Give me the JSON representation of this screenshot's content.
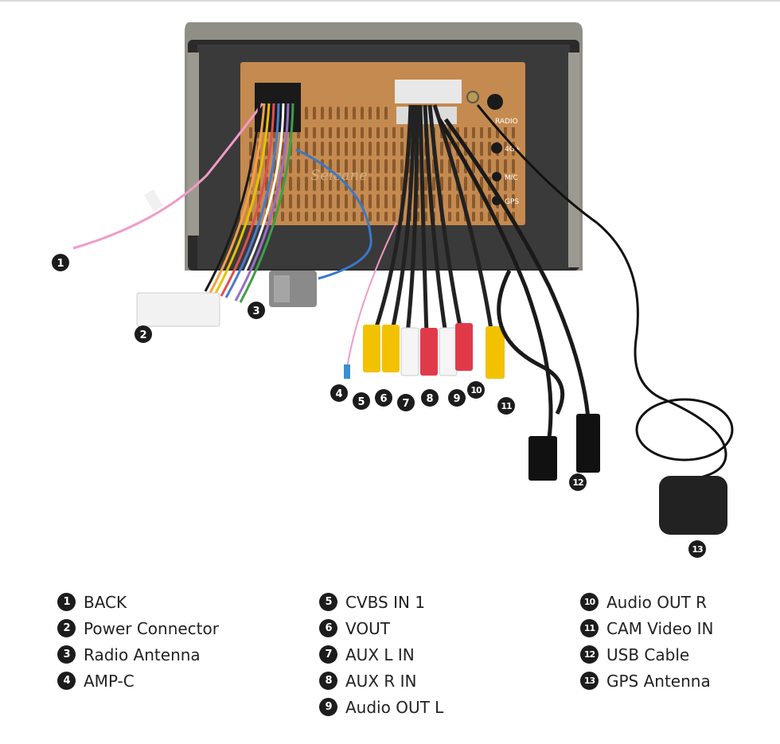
{
  "brand_watermark": "Seicane",
  "unit_labels": {
    "radio": "RADIO",
    "fourg": "4G+",
    "gps": "GPS",
    "mic": "MIC"
  },
  "callouts": [
    "1",
    "2",
    "3",
    "4",
    "5",
    "6",
    "7",
    "8",
    "9",
    "10",
    "11",
    "12",
    "13"
  ],
  "legend": {
    "columns": [
      [
        {
          "number": "1",
          "label": "BACK"
        },
        {
          "number": "2",
          "label": "Power Connector"
        },
        {
          "number": "3",
          "label": "Radio Antenna"
        },
        {
          "number": "4",
          "label": "AMP-C"
        }
      ],
      [
        {
          "number": "5",
          "label": "CVBS IN 1"
        },
        {
          "number": "6",
          "label": "VOUT"
        },
        {
          "number": "7",
          "label": "AUX L IN"
        },
        {
          "number": "8",
          "label": "AUX R IN"
        },
        {
          "number": "9",
          "label": "Audio OUT L"
        }
      ],
      [
        {
          "number": "10",
          "label": "Audio OUT R"
        },
        {
          "number": "11",
          "label": "CAM Video IN"
        },
        {
          "number": "12",
          "label": "USB Cable"
        },
        {
          "number": "13",
          "label": "GPS Antenna"
        }
      ]
    ]
  }
}
